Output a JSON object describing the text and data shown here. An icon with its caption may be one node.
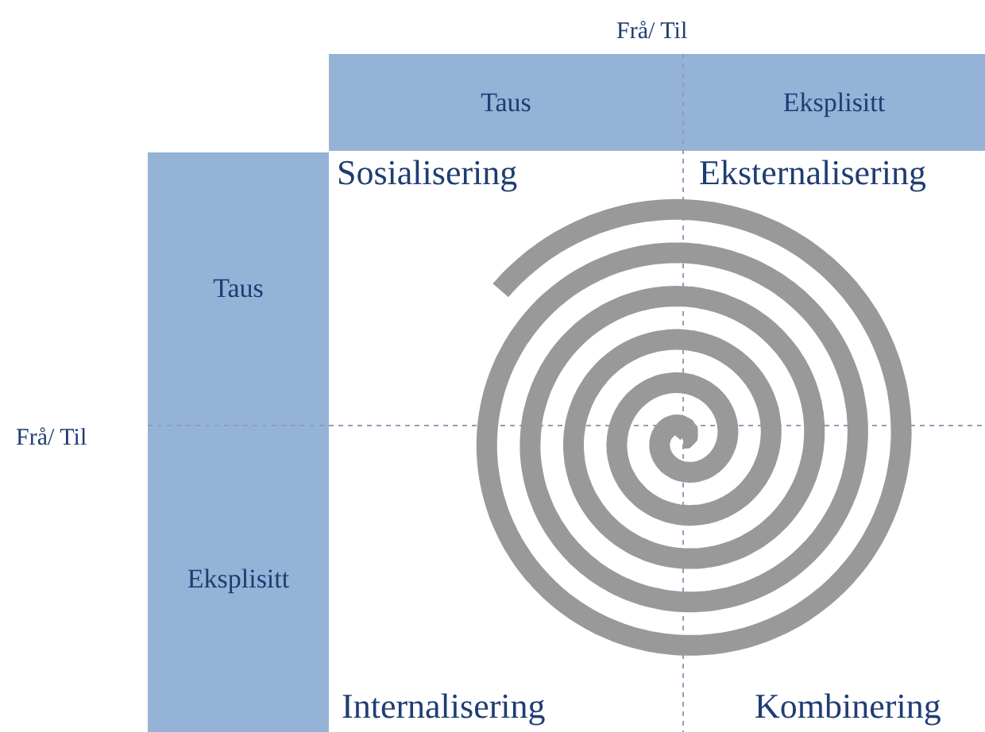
{
  "diagram": {
    "nodes": [
      {
        "text": [
          "Taus"
        ]
      },
      {
        "text": [
          "Eksplisitt"
        ]
      },
      {
        "text": [
          "Taus"
        ]
      },
      {
        "text": [
          "Eksplisitt"
        ]
      }
    ],
    "labels": [
      "Frå/ Til",
      "Sosialisering",
      "Eksternalisering",
      "Frå/ Til",
      "Internalisering",
      "Kombinering"
    ]
  }
}
